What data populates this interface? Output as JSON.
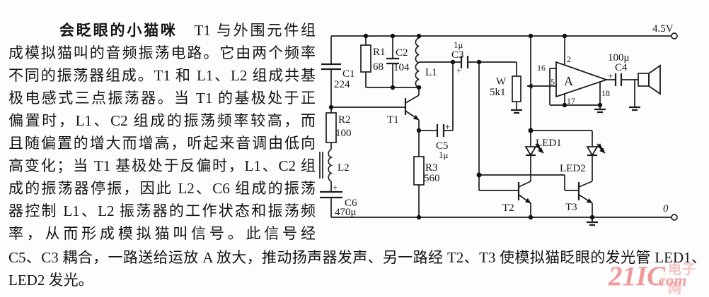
{
  "article": {
    "title": "会眨眼的小猫咪",
    "title_rest": "　T1 与外围元件组",
    "lines": [
      "成模拟猫叫的音频振荡电路。它由两个频率",
      "不同的振荡器组成。T1 和 L1、L2 组成共基",
      "极电感式三点振荡器。当 T1 的基极处于正",
      "偏置时，L1、C2 组成的振荡频率较高，而",
      "且随偏置的增大而增高，听起来音调由低向",
      "高变化；当 T1 基极处于反偏时，L1、C2 组",
      "成的振荡器停振，因此 L2、C6 组成的振荡",
      "器控制 L1、L2 振荡器的工作状态和振荡频",
      "率，从而形成模拟猫叫信号。此信号经"
    ],
    "full_lines": [
      "C5、C3 耦合，一路送给运放 A 放大，推动扬声器发声、另一路经 T2、T3 使模拟猫眨眼的发光管 LED1、",
      "LED2 发光。"
    ]
  },
  "circuit": {
    "supply": "4.5V",
    "zero": "0",
    "plus": "+",
    "labels": {
      "c1": "C1",
      "c1_val": "224",
      "r1": "R1",
      "r1_val": "68",
      "c2": "C2",
      "c2_val": "104",
      "l1": "L1",
      "c3": "C3",
      "c3_val": "1μ",
      "r2": "R2",
      "r2_val": "100",
      "l2": "L2",
      "c6": "C6",
      "c6_val": "470μ",
      "c5": "C5",
      "c5_val": "1μ",
      "r3": "R3",
      "r3_val": "560",
      "w": "W",
      "w_val": "5k1",
      "t1": "T1",
      "t2": "T2",
      "t3": "T3",
      "led1": "LED1",
      "led2": "LED2",
      "amp": "A",
      "pin2": "2",
      "pin16": "16",
      "pin5": "5",
      "pin17": "17",
      "pin18": "18",
      "c4": "C4",
      "c4_val": "100μ"
    }
  },
  "watermark": {
    "brand": "21IC",
    "cn": "电子网",
    "com": ".com",
    "color": "#ef9a9a"
  }
}
